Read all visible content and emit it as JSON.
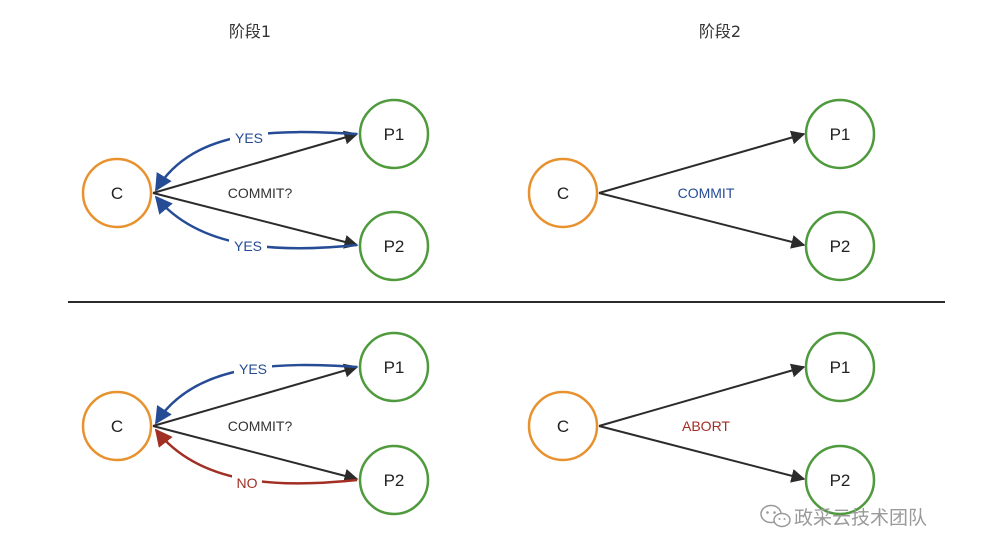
{
  "phase_titles": {
    "phase1": "阶段1",
    "phase2": "阶段2"
  },
  "nodes": {
    "coordinator": "C",
    "participant1": "P1",
    "participant2": "P2"
  },
  "messages": {
    "commit_question": "COMMIT?",
    "yes": "YES",
    "no": "NO",
    "commit": "COMMIT",
    "abort": "ABORT"
  },
  "watermark": "政采云技术团队",
  "colors": {
    "coordinator": "#E8912F",
    "participant": "#4E9A3C",
    "request_arrow": "#2B2B2B",
    "yes": "#264C96",
    "no": "#A12F24",
    "commit": "#264C96",
    "abort": "#A12F24",
    "divider": "#2B2B2B",
    "text": "#333333"
  }
}
